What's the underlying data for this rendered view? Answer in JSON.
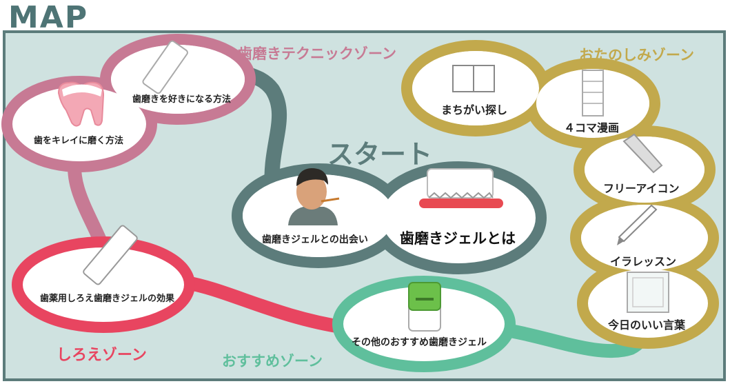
{
  "title": "MAP",
  "start_label": "スタート",
  "zones": {
    "technique": "歯磨きテクニックゾーン",
    "fun": "おたのしみゾーン",
    "shiroe": "しろえゾーン",
    "recommend": "おすすめゾーン"
  },
  "nodes": {
    "like_brushing": "歯磨きを好きになる方法",
    "clean_teeth": "歯をキレイに磨く方法",
    "encounter": "歯磨きジェルとの出会い",
    "what_is_gel": "歯磨きジェルとは",
    "spot_difference": "まちがい探し",
    "four_panel": "４コマ漫画",
    "free_icon": "フリーアイコン",
    "illust_lesson": "イラレッスン",
    "todays_words": "今日のいい言葉",
    "medicated_effect": "歯薬用しろえ歯磨きジェルの効果",
    "other_gels": "その他のおすすめ歯磨きジェル"
  },
  "colors": {
    "pink": "#c77a94",
    "red": "#e84560",
    "teal": "#5fbf9c",
    "gold": "#c2a94c",
    "slate": "#5c7c7b",
    "board": "#cfe2e0"
  }
}
